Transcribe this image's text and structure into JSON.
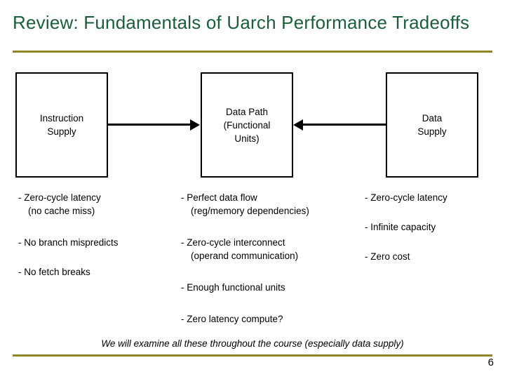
{
  "slide": {
    "title": "Review: Fundamentals of Uarch Performance Tradeoffs",
    "page_number": "6",
    "footer_note": "We will examine all these throughout the course (especially data supply)",
    "colors": {
      "title": "#1b5e3a",
      "rule": "#8f8723",
      "box_border": "#000000",
      "text": "#000000"
    }
  },
  "boxes": [
    {
      "id": "instruction-supply",
      "line1": "Instruction",
      "line2": "Supply",
      "line3": ""
    },
    {
      "id": "data-path",
      "line1": "Data Path",
      "line2": "(Functional",
      "line3": "Units)"
    },
    {
      "id": "data-supply",
      "line1": "Data",
      "line2": "Supply",
      "line3": ""
    }
  ],
  "arrows": [
    {
      "id": "instruction-to-datapath",
      "direction": "right"
    },
    {
      "id": "datasupply-to-datapath",
      "direction": "left"
    }
  ],
  "columns": {
    "left": [
      {
        "main": "- Zero-cycle latency",
        "sub": "(no cache miss)"
      },
      {
        "main": "- No branch mispredicts",
        "sub": ""
      },
      {
        "main": "- No fetch breaks",
        "sub": ""
      }
    ],
    "middle": [
      {
        "main": "- Perfect data flow",
        "sub": "(reg/memory dependencies)"
      },
      {
        "main": "- Zero-cycle interconnect",
        "sub": "(operand communication)"
      },
      {
        "main": "- Enough functional units",
        "sub": ""
      },
      {
        "main": "- Zero latency compute?",
        "sub": ""
      }
    ],
    "right": [
      {
        "main": "- Zero-cycle latency",
        "sub": ""
      },
      {
        "main": "- Infinite capacity",
        "sub": ""
      },
      {
        "main": "- Zero cost",
        "sub": ""
      }
    ]
  }
}
